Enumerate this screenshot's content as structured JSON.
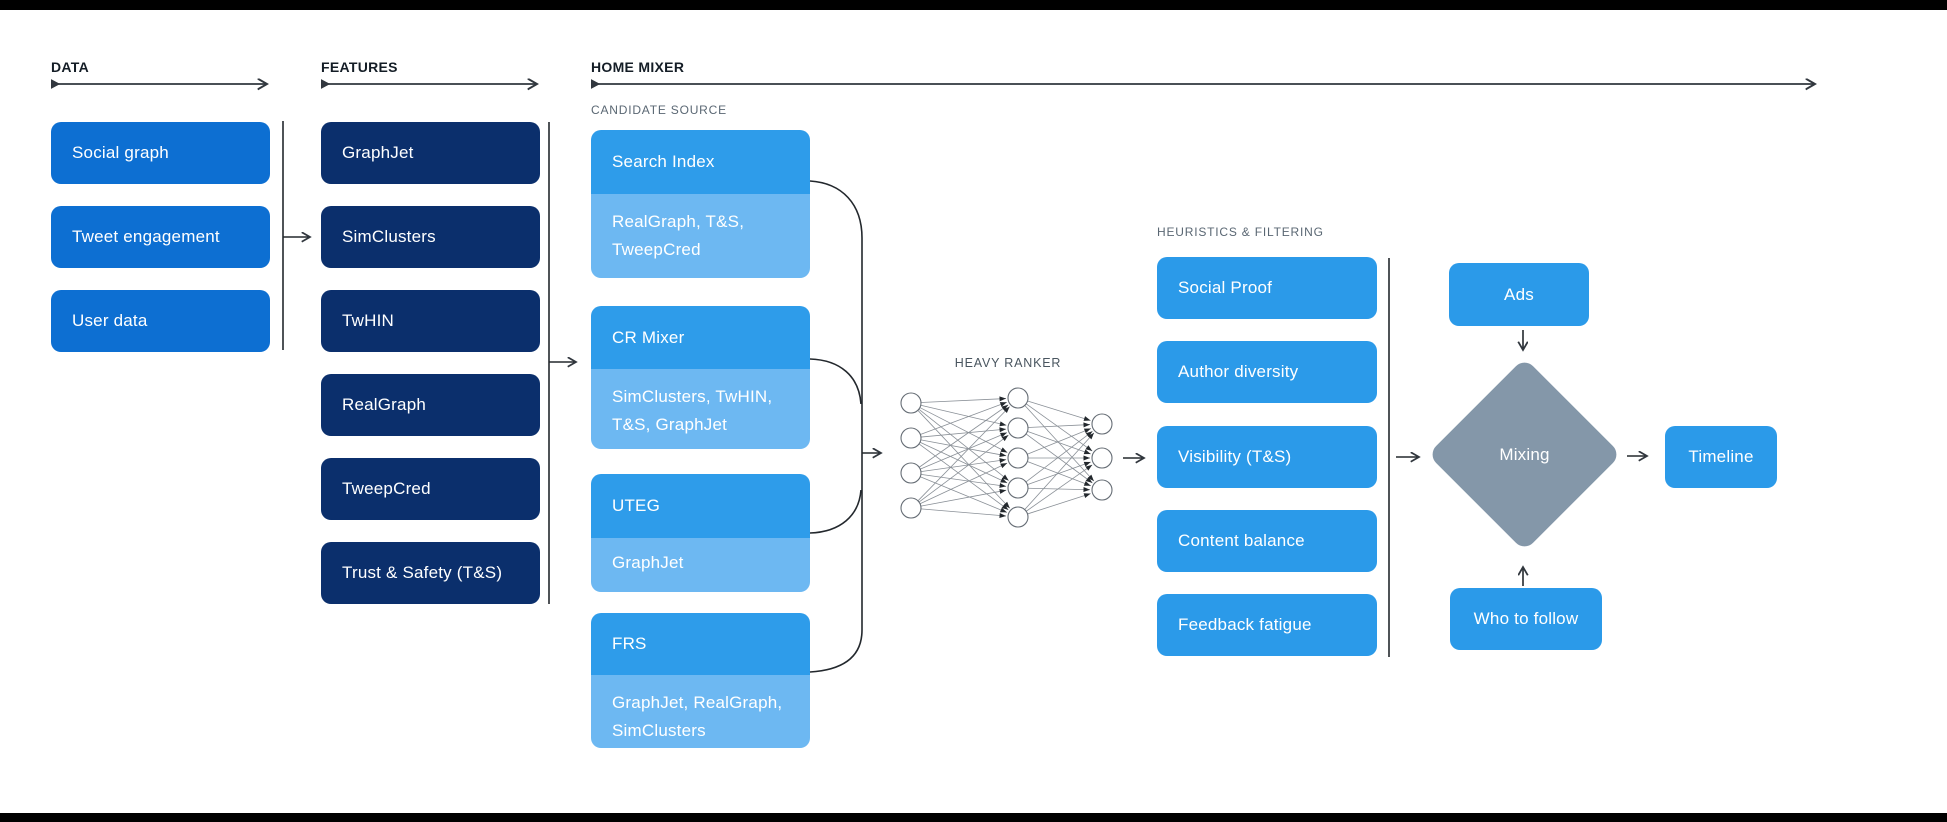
{
  "colors": {
    "data_box_blue": "#0d6fd2",
    "feature_box_navy": "#0b2f6c",
    "candidate_header_blue": "#2e9cea",
    "candidate_body_light_blue": "#6db8f2",
    "heuristics_blue": "#2b9ae9",
    "mixing_diamond_gray": "#8497a9",
    "section_label_dark": "#141d26",
    "sub_label_gray": "#5a6773",
    "connector_dark": "#31373e",
    "letterbox_black": "#000000"
  },
  "data_col": {
    "label": "DATA",
    "items": [
      "Social graph",
      "Tweet engagement",
      "User data"
    ]
  },
  "features_col": {
    "label": "FEATURES",
    "items": [
      "GraphJet",
      "SimClusters",
      "TwHIN",
      "RealGraph",
      "TweepCred",
      "Trust & Safety (T&S)"
    ]
  },
  "home_mixer": {
    "label": "HOME MIXER",
    "candidate_source": {
      "label": "CANDIDATE SOURCE",
      "items": [
        {
          "title": "Search Index",
          "inputs": "RealGraph, T&S,\nTweepCred"
        },
        {
          "title": "CR Mixer",
          "inputs": "SimClusters, TwHIN,\nT&S, GraphJet"
        },
        {
          "title": "UTEG",
          "inputs": "GraphJet"
        },
        {
          "title": "FRS",
          "inputs": "GraphJet, RealGraph,\nSimClusters"
        }
      ]
    },
    "heavy_ranker": {
      "label": "HEAVY RANKER"
    },
    "heuristics": {
      "label": "HEURISTICS & FILTERING",
      "items": [
        "Social Proof",
        "Author diversity",
        "Visibility (T&S)",
        "Content balance",
        "Feedback fatigue"
      ]
    },
    "mixing": {
      "ads": "Ads",
      "diamond": "Mixing",
      "who_to_follow": "Who to follow",
      "timeline": "Timeline"
    }
  }
}
